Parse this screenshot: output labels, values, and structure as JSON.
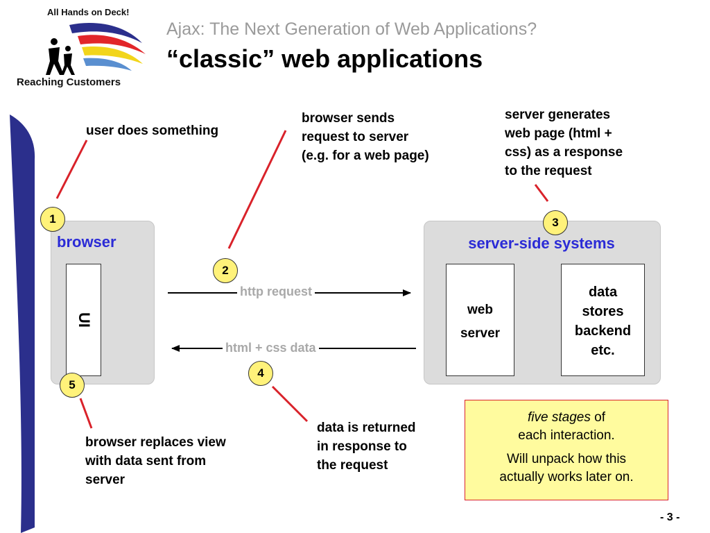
{
  "logo": {
    "top_text": "All Hands on Deck!",
    "bottom_text": "Reaching Customers"
  },
  "header": {
    "subtitle": "Ajax: The Next Generation of Web Applications?",
    "title": "“classic” web applications"
  },
  "notes": {
    "user_does": "user does something",
    "browser_sends": [
      "browser sends",
      "request to server",
      "(e.g. for a web page)"
    ],
    "server_generates": [
      "server generates",
      "web page (html +",
      "css) as a response",
      "to the request"
    ],
    "data_returned": [
      "data is returned",
      "in response to",
      "the request"
    ],
    "browser_replaces": [
      "browser replaces view",
      "with data sent from",
      "server"
    ]
  },
  "browser_box": {
    "label": "browser",
    "ui_label": "UI"
  },
  "server_box": {
    "label": "server-side systems",
    "web_server": [
      "web",
      "server"
    ],
    "data_stores": [
      "data",
      "stores",
      "backend",
      "etc."
    ]
  },
  "arrows": {
    "request": "http request",
    "response": "html + css data"
  },
  "badges": [
    "1",
    "2",
    "3",
    "4",
    "5"
  ],
  "callout": {
    "italic": "five stages",
    "rest": " of",
    "line2": "each interaction.",
    "line3": "Will unpack how this",
    "line4": "actually works later on."
  },
  "page_number": "- 3 -",
  "colors": {
    "accent_red": "#d9222a",
    "badge_yellow": "#fff27a",
    "label_blue": "#2b2bd6",
    "sidebar_navy": "#2b2f8c"
  }
}
